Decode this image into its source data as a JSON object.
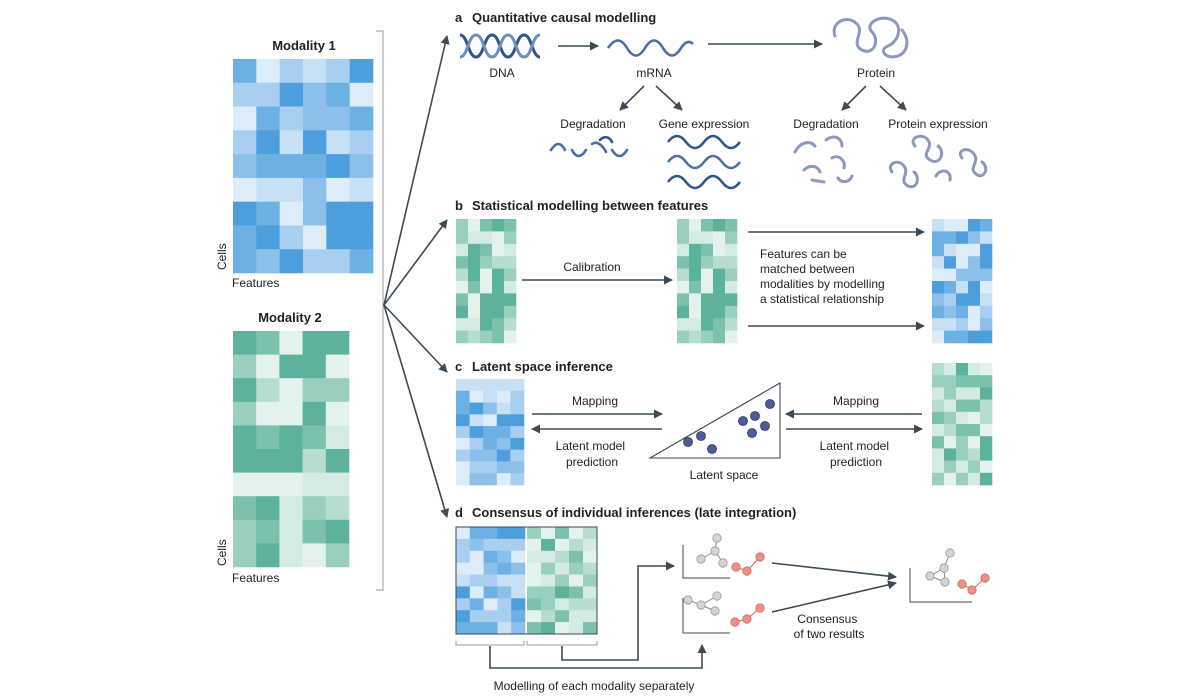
{
  "left": {
    "modality1": {
      "title": "Modality 1",
      "y_label": "Cells",
      "x_label": "Features"
    },
    "modality2": {
      "title": "Modality 2",
      "y_label": "Cells",
      "x_label": "Features"
    }
  },
  "panels": {
    "a": {
      "letter": "a",
      "title": "Quantitative causal modelling",
      "labels": {
        "dna": "DNA",
        "mrna": "mRNA",
        "protein": "Protein",
        "degradation_mrna": "Degradation",
        "gene_expression": "Gene expression",
        "degradation_protein": "Degradation",
        "protein_expression": "Protein expression"
      }
    },
    "b": {
      "letter": "b",
      "title": "Statistical modelling between features",
      "calibration": "Calibration",
      "note_lines": [
        "Features can be",
        "matched between",
        "modalities by modelling",
        "a statistical relationship"
      ]
    },
    "c": {
      "letter": "c",
      "title": "Latent space inference",
      "mapping_left": "Mapping",
      "mapping_right": "Mapping",
      "prediction_left": [
        "Latent model",
        "prediction"
      ],
      "prediction_right": [
        "Latent model",
        "prediction"
      ],
      "latent_space": "Latent space"
    },
    "d": {
      "letter": "d",
      "title": "Consensus of individual inferences (late integration)",
      "consensus": [
        "Consensus",
        "of two results"
      ],
      "modelling_caption": "Modelling of each modality separately"
    }
  },
  "colors": {
    "modality1": [
      "#c6e0f5",
      "#a9cff0",
      "#8cc0ea",
      "#6cb0e4",
      "#4c9fdc",
      "#dcecf9"
    ],
    "modality2": [
      "#d4ebe4",
      "#b6ddd0",
      "#98cfbf",
      "#7bc1ad",
      "#5cb29d",
      "#e4f2ed"
    ],
    "arrow": "#3d4a55",
    "dna": "#30548f",
    "protein": "#8d98bf",
    "latent_point": "#4f5d97",
    "graph_grey": "#cfcfcf",
    "graph_red": "#ef9086"
  }
}
